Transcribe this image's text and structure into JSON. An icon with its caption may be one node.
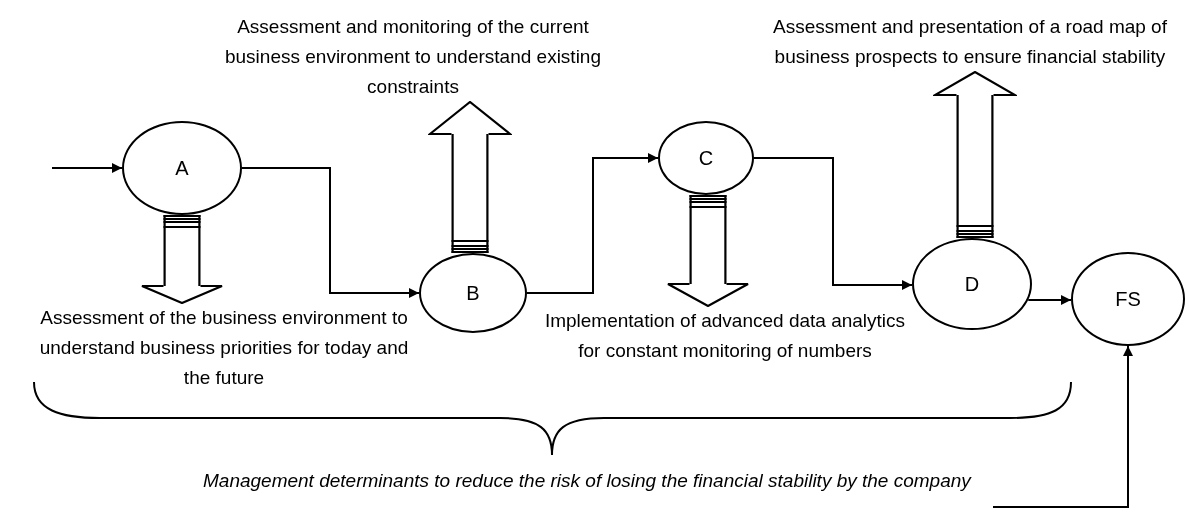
{
  "diagram": {
    "nodes": [
      {
        "text": [
          "Assessment and monitoring of the current business environment to understand existing constraints"
        ]
      },
      {
        "text": [
          "Assessment and presentation of a road map of business prospects to ensure financial stability"
        ]
      },
      {
        "text": [
          "A"
        ]
      },
      {
        "text": [
          "B"
        ]
      },
      {
        "text": [
          "C"
        ]
      },
      {
        "text": [
          "D"
        ]
      },
      {
        "text": [
          "FS"
        ]
      },
      {
        "text": [
          "Assessment of the business environment to understand business priorities for today and the future"
        ]
      },
      {
        "text": [
          "Implementation of advanced data analytics for constant monitoring of numbers"
        ]
      },
      {
        "text": [
          "Management determinants to reduce the risk of losing the financial stability by the company"
        ]
      }
    ],
    "edges": [
      {
        "from": null,
        "to": 2,
        "arrow": "to"
      },
      {
        "from": 2,
        "to": 3,
        "arrow": "to"
      },
      {
        "from": 3,
        "to": 4,
        "arrow": "to"
      },
      {
        "from": 4,
        "to": 5,
        "arrow": "to"
      },
      {
        "from": 5,
        "to": 6,
        "arrow": "to"
      },
      {
        "from": 9,
        "to": 6,
        "arrow": "to"
      },
      {
        "from": 2,
        "to": 7,
        "arrow": "to",
        "style": "thick"
      },
      {
        "from": 3,
        "to": 0,
        "arrow": "to",
        "style": "thick"
      },
      {
        "from": 4,
        "to": 8,
        "arrow": "to",
        "style": "thick"
      },
      {
        "from": 5,
        "to": 1,
        "arrow": "to",
        "style": "thick"
      }
    ]
  }
}
